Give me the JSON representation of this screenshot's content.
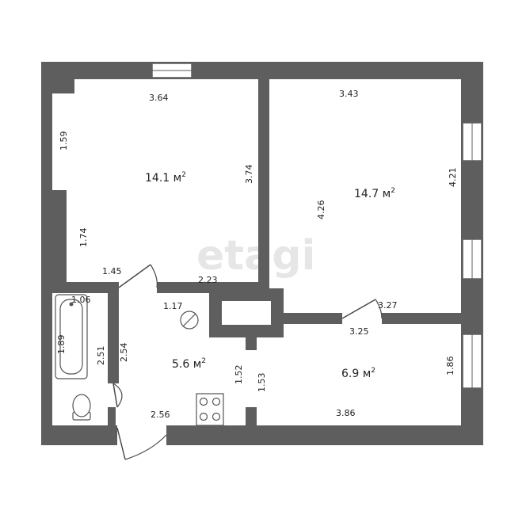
{
  "watermark": "etagi",
  "rooms": [
    {
      "id": "room-1",
      "area": "14.1 м",
      "sup": "2"
    },
    {
      "id": "room-2",
      "area": "14.7 м",
      "sup": "2"
    },
    {
      "id": "hall",
      "area": "5.6 м",
      "sup": "2"
    },
    {
      "id": "kitchen",
      "area": "6.9 м",
      "sup": "2"
    }
  ],
  "dimensions": [
    "3.64",
    "1.59",
    "3.74",
    "1.74",
    "1.45",
    "2.23",
    "3.43",
    "4.26",
    "4.21",
    "1.06",
    "1.89",
    "2.51",
    "2.54",
    "1.17",
    "3.27",
    "3.25",
    "1.52",
    "1.53",
    "1.86",
    "2.56",
    "3.86"
  ],
  "colors": {
    "wall": "#5e5e5e",
    "background": "#ffffff"
  }
}
